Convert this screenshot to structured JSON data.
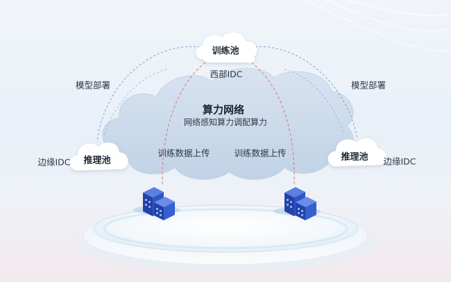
{
  "network": {
    "title": "算力网络",
    "subtitle": "网络感知算力调配算力"
  },
  "training_pool": {
    "label": "训练池",
    "region": "西部IDC"
  },
  "inference_pools": [
    {
      "label": "推理池",
      "region": "边缘IDC",
      "deploy_label": "模型部署"
    },
    {
      "label": "推理池",
      "region": "边缘IDC",
      "deploy_label": "模型部署"
    }
  ],
  "data_flows": [
    {
      "label": "训练数据上传"
    },
    {
      "label": "训练数据上传"
    }
  ],
  "colors": {
    "cloud_fill": "#c9d9ec",
    "dash_blue": "#7a9fd0",
    "dash_red": "#d98078",
    "building_blue": "#2f55c7",
    "platform_glow": "#cfe6f5"
  },
  "icons": [
    "cloud-icon",
    "building-icon"
  ]
}
